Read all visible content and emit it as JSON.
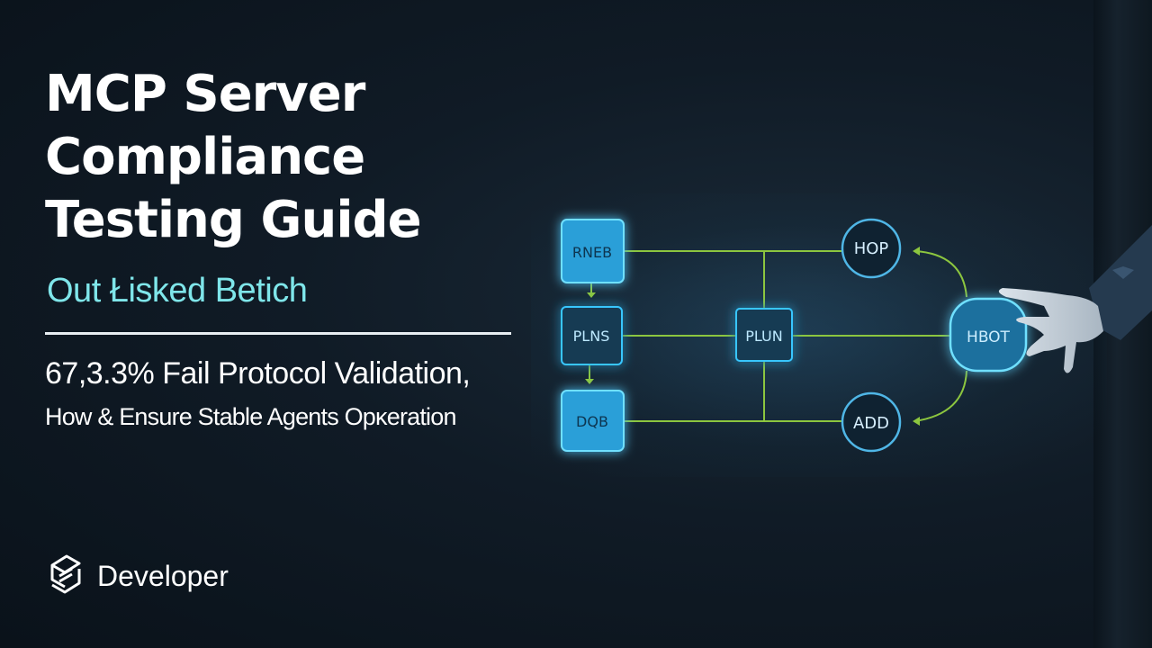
{
  "header": {
    "title": "MCP Server\nCompliance\nTesting Guide",
    "subtitle": "Out Łisked Betich",
    "stat_line": "67,3.3% Fail Protocol Validation,",
    "tagline": "How & Ensure Stable Agents Opκeration"
  },
  "brand": {
    "icon": "developer-logo-icon",
    "label": "Developer"
  },
  "diagram": {
    "nodes": {
      "rneb": "RNEB",
      "plns": "PLNS",
      "dqb": "DQB",
      "plun": "PLUN",
      "hop": "HOP",
      "add": "ADD",
      "hbot": "HBOT"
    },
    "colors": {
      "node_fill": "#2a9fd8",
      "node_glow": "#37c6ff",
      "connector": "#8cc63f",
      "circle_stroke": "#4fb6e6"
    }
  }
}
